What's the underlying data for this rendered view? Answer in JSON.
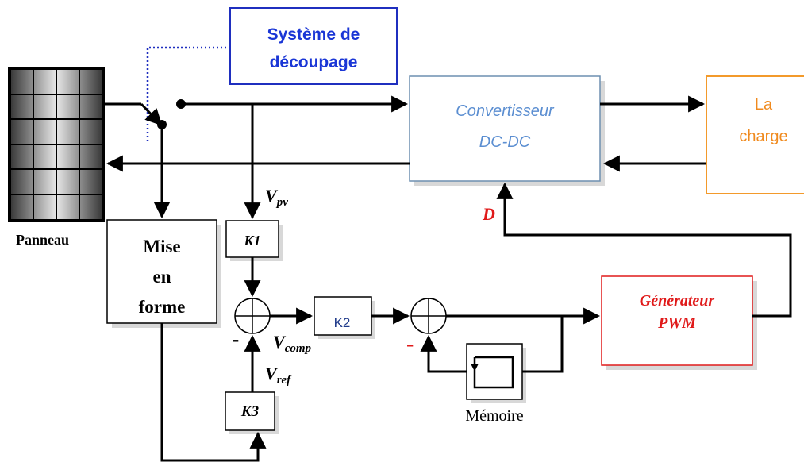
{
  "blocks": {
    "decoupage": "Système de découpage",
    "decoupage_line1": "Système de",
    "decoupage_line2": "découpage",
    "converter_line1": "Convertisseur",
    "converter_line2": "DC-DC",
    "load_line1": "La",
    "load_line2": "charge",
    "panel": "Panneau",
    "mise_line1": "Mise",
    "mise_line2": "en",
    "mise_line3": "forme",
    "k1": "K1",
    "k2": "K2",
    "k3": "K3",
    "pwm_line1": "Générateur",
    "pwm_line2": "PWM",
    "memory": "Mémoire"
  },
  "signals": {
    "vpv": "V",
    "vpv_sub": "pv",
    "vcomp": "V",
    "vcomp_sub": "comp",
    "vref": "V",
    "vref_sub": "ref",
    "d": "D"
  },
  "signs": {
    "sum1_minus": "-",
    "sum2_minus": "-"
  },
  "colors": {
    "decoupage_border": "#1f2fbf",
    "decoupage_text": "#1a36d6",
    "converter_border": "#6d8fb0",
    "converter_text": "#5b8ed1",
    "load_border": "#f39a2b",
    "load_text": "#f08a1e",
    "pwm_border": "#e01a1a",
    "pwm_text": "#e01a1a",
    "d_text": "#e01a1a",
    "dotted_line": "#1f2fbf"
  }
}
